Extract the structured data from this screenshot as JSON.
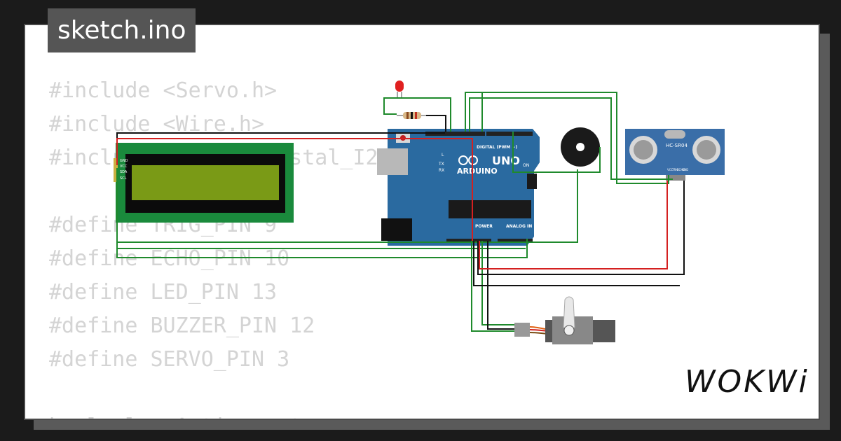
{
  "header": {
    "title": "sketch.ino"
  },
  "code_lines": [
    "#include <Servo.h>",
    "#include <Wire.h>",
    "#include <LiquidCrystal_I2C.h>",
    "",
    "#define TRIG_PIN 9",
    "#define ECHO_PIN 10",
    "#define LED_PIN 13",
    "#define BUZZER_PIN 12",
    "#define SERVO_PIN 3",
    "",
    "bool alarmActive = true;"
  ],
  "board": {
    "brand": "ARDUINO",
    "model": "UNO",
    "digital_label": "DIGITAL (PWM ~)",
    "power_label": "POWER",
    "analog_label": "ANALOG IN",
    "on_label": "ON",
    "tx_label": "TX",
    "rx_label": "RX",
    "l_label": "L"
  },
  "lcd": {
    "pins": [
      "GND",
      "VCC",
      "SDA",
      "SCL"
    ]
  },
  "ultrasonic": {
    "model": "HC-SR04",
    "pins": [
      "VCC",
      "TRIG",
      "ECHO",
      "GND"
    ]
  },
  "logo": "WOKWi",
  "colors": {
    "wire_green": "#1f8a2c",
    "wire_black": "#111111",
    "wire_red": "#d42020",
    "board_blue": "#2a6aa0",
    "lcd_green": "#1a8a3c"
  }
}
